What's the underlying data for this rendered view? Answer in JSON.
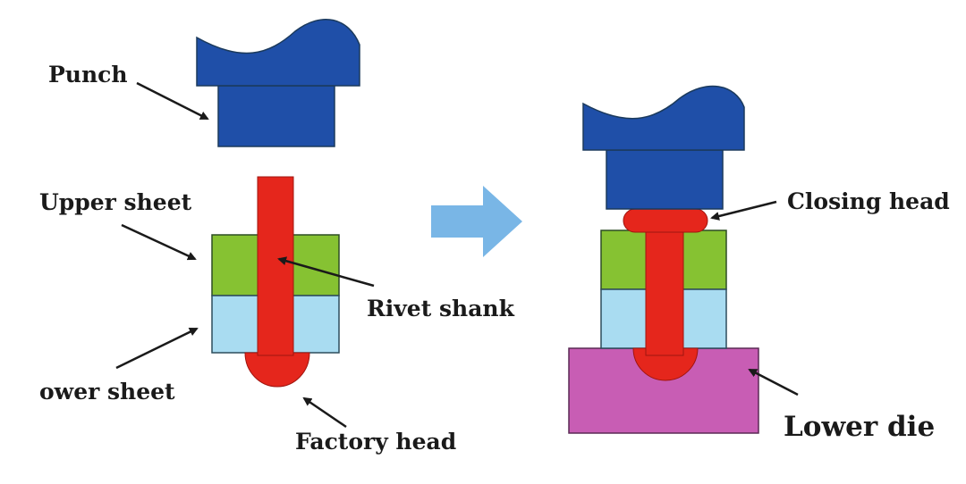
{
  "labels": {
    "punch": "Punch",
    "upper_sheet": "Upper sheet",
    "lower_sheet": "ower sheet",
    "rivet_shank": "Rivet shank",
    "factory_head": "Factory head",
    "closing_head": "Closing head",
    "lower_die": "Lower die"
  },
  "colors": {
    "punch": "#1f4fa8",
    "rivet": "#e5261c",
    "upper_sheet": "#86c232",
    "lower_sheet": "#a9dcf1",
    "lower_die": "#c85db4",
    "arrow": "#79b6e6",
    "outline": "#1b3a5c"
  },
  "icons": {
    "process_arrow": "right-arrow-icon"
  }
}
